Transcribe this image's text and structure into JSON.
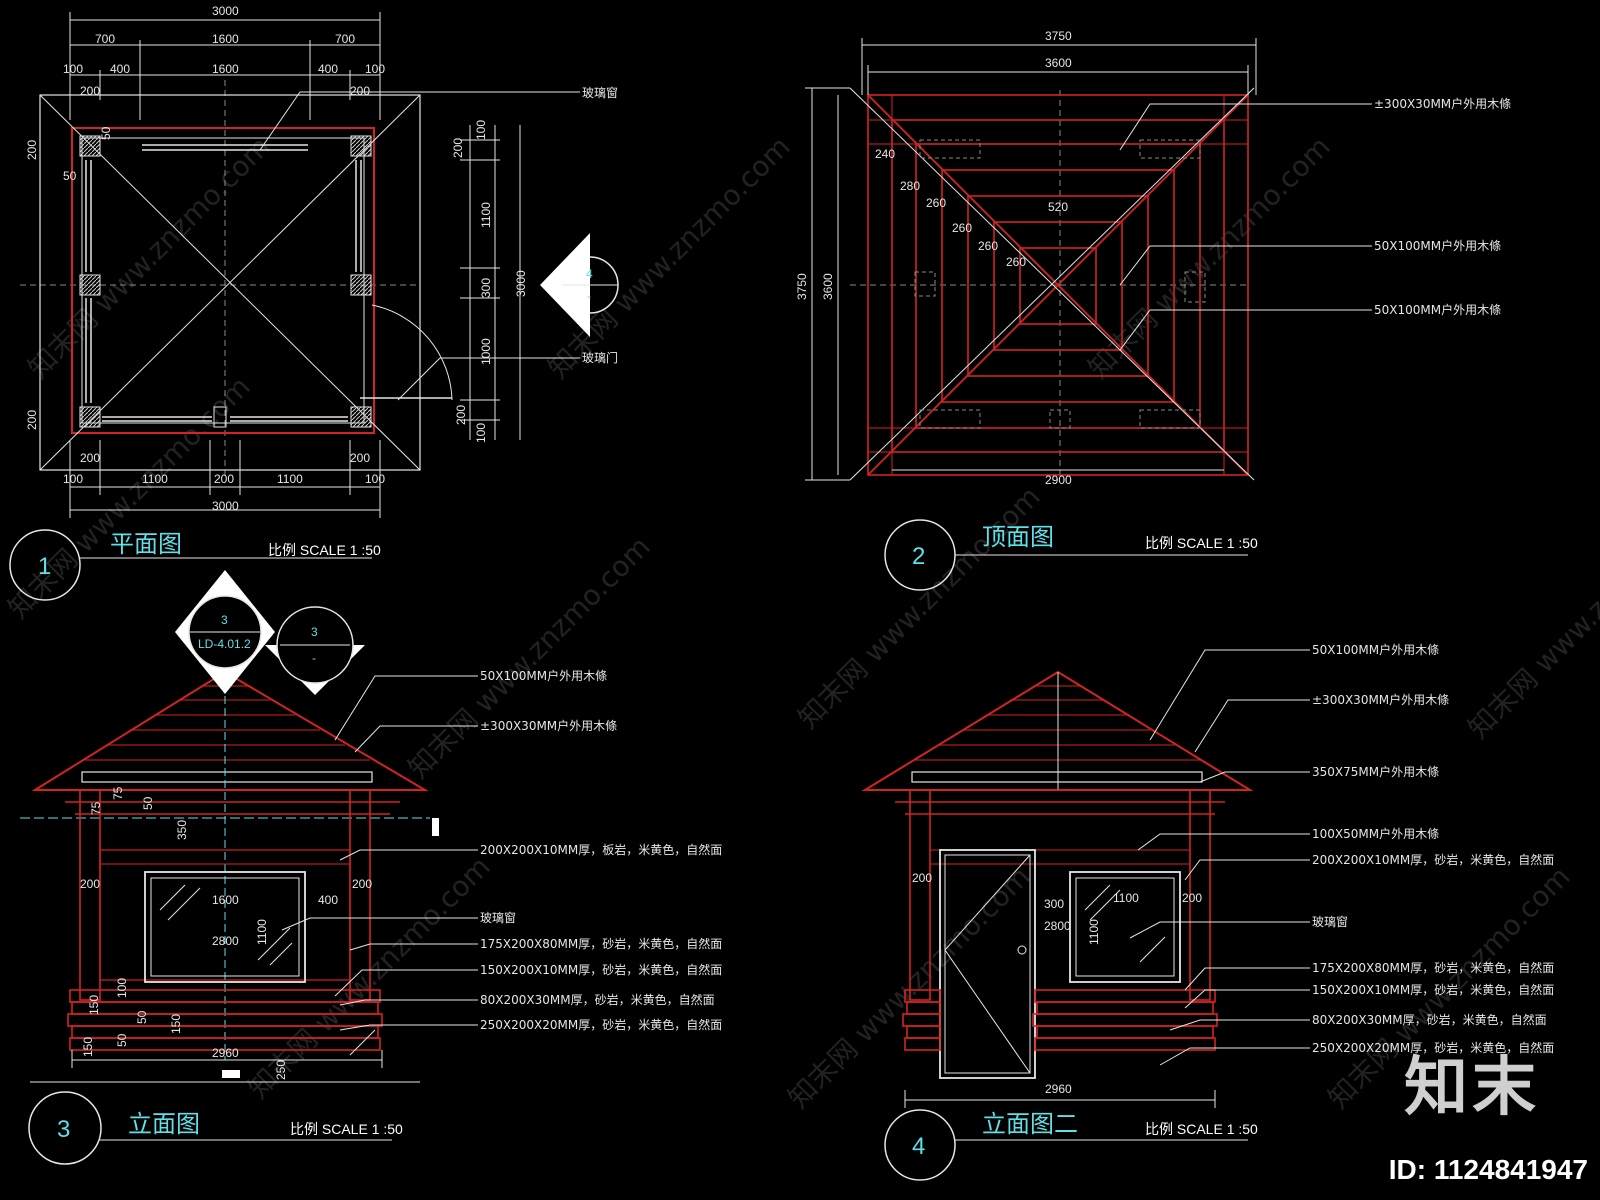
{
  "colors": {
    "background": "#000000",
    "red": "#d32323",
    "white": "#e6e6e6",
    "cyan": "#5fe0e8",
    "grey": "#8a8a8a"
  },
  "plan": {
    "title": "平面图",
    "num": "1",
    "scale": "比例 SCALE 1 :50",
    "dims_top1": "3000",
    "dims_top2": [
      "700",
      "1600",
      "700"
    ],
    "dims_top3": [
      "100",
      "400",
      "1600",
      "400",
      "100"
    ],
    "dims_top4": [
      "200",
      "200"
    ],
    "dims_bottom1": [
      "100",
      "1100",
      "200",
      "1100",
      "100"
    ],
    "dims_bottom2": "3000",
    "dims_bottom3": [
      "200",
      "200"
    ],
    "dims_left": [
      "200",
      "50",
      "200",
      "50"
    ],
    "dims_right": [
      "100",
      "200",
      "1100",
      "300",
      "1000",
      "200",
      "100"
    ],
    "dim_right_total": "3000",
    "label_window": "玻璃窗",
    "label_door": "玻璃门",
    "callout_num": "4",
    "callout_sub": "-"
  },
  "roof": {
    "title": "顶面图",
    "num": "2",
    "scale": "比例 SCALE 1 :50",
    "dims_top": [
      "3750",
      "3600"
    ],
    "dims_left": [
      "3750",
      "3600"
    ],
    "dim_bottom": "2900",
    "dims_steps": [
      "240",
      "280",
      "260",
      "260",
      "260",
      "260"
    ],
    "dim_center": "520",
    "labels": [
      "±300X30MM户外用木條",
      "50X100MM户外用木條",
      "50X100MM户外用木條"
    ]
  },
  "elev1": {
    "title": "立面图",
    "num": "3",
    "scale": "比例 SCALE 1 :50",
    "callout_a_num": "3",
    "callout_a_sub": "LD-4.01.2",
    "callout_b_num": "3",
    "callout_b_sub": "-",
    "labels": [
      "50X100MM户外用木條",
      "±300X30MM户外用木條",
      "200X200X10MM厚，板岩，米黄色，自然面",
      "玻璃窗",
      "175X200X80MM厚，砂岩，米黄色，自然面",
      "150X200X10MM厚，砂岩，米黄色，自然面",
      "80X200X30MM厚，砂岩，米黄色，自然面",
      "250X200X20MM厚，砂岩，米黄色，自然面"
    ],
    "dims": [
      "75",
      "75",
      "50",
      "350",
      "200",
      "200",
      "1600",
      "400",
      "2800",
      "1100",
      "100",
      "150",
      "50",
      "150",
      "150",
      "50",
      "2960",
      "250"
    ]
  },
  "elev2": {
    "title": "立面图二",
    "num": "4",
    "scale": "比例 SCALE 1 :50",
    "labels": [
      "50X100MM户外用木條",
      "±300X30MM户外用木條",
      "350X75MM户外用木條",
      "100X50MM户外用木條",
      "200X200X10MM厚，砂岩，米黄色，自然面",
      "玻璃窗",
      "175X200X80MM厚，砂岩，米黄色，自然面",
      "150X200X10MM厚，砂岩，米黄色，自然面",
      "80X200X30MM厚，砂岩，米黄色，自然面",
      "250X200X20MM厚，砂岩，米黄色，自然面"
    ],
    "dims": [
      "200",
      "300",
      "1100",
      "200",
      "2800",
      "1100",
      "2960"
    ]
  },
  "watermark": "知末网 www.znzmo.com",
  "brand": "知末",
  "image_id": "ID: 1124841947"
}
